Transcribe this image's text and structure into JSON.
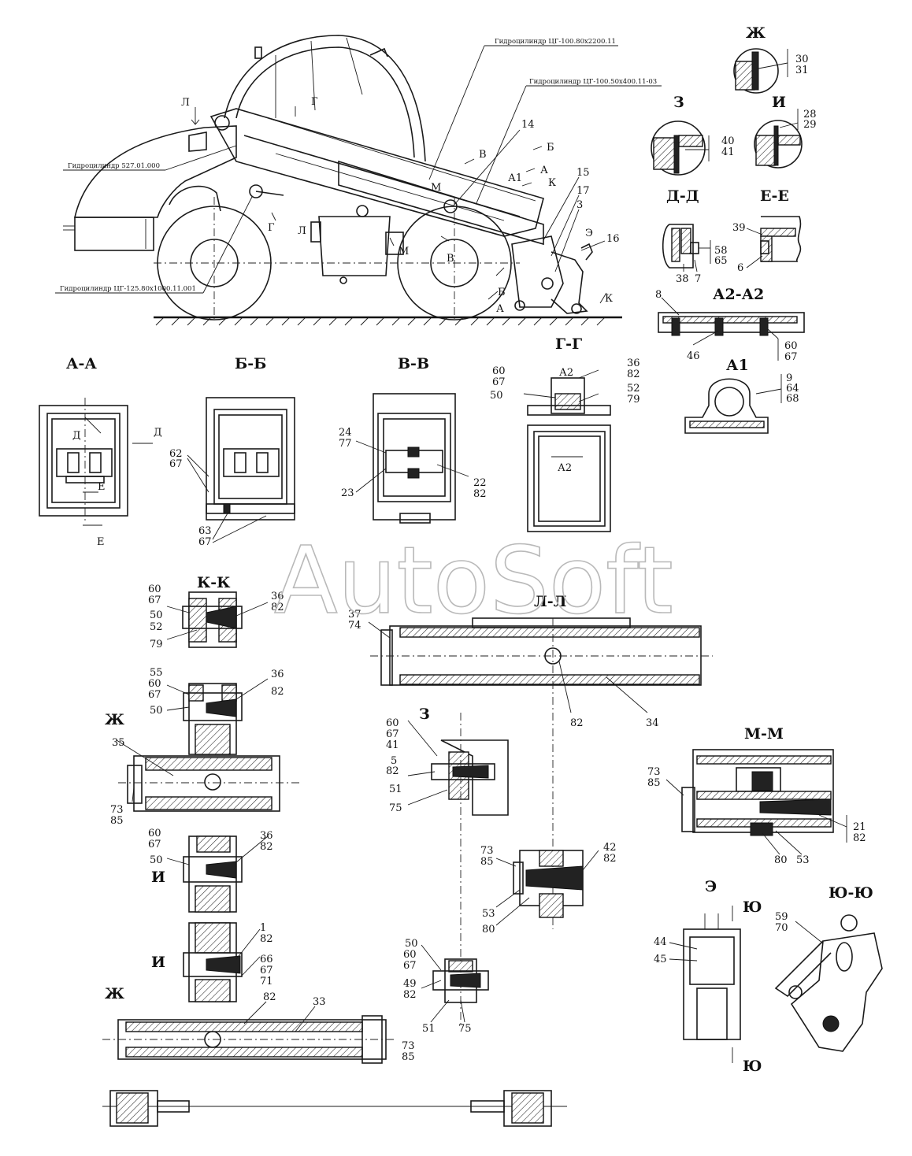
{
  "notes": {
    "cyl1": "Гидроцилиндр ЦГ-100.80х2200.11",
    "cyl2": "Гидроцилиндр ЦГ-100.50х400.11-03",
    "cyl3": "Гидроцилиндр 527.01.000",
    "cyl4": "Гидроцилиндр ЦГ-125.80х1000.11.001"
  },
  "sections": {
    "zh": "Ж",
    "z": "З",
    "i": "И",
    "dd": "Д-Д",
    "ee": "Е-Е",
    "a2a2": "А2-А2",
    "a1": "А1",
    "aa": "А-А",
    "bb": "Б-Б",
    "vv": "В-В",
    "gg": "Г-Г",
    "kk": "К-К",
    "ll": "Л-Л",
    "mm": "М-М",
    "e": "Э",
    "yuyu": "Ю-Ю"
  },
  "marks": {
    "L": "Л",
    "G": "Г",
    "V": "В",
    "B": "Б",
    "A": "А",
    "K": "К",
    "M": "М",
    "E_": "Э",
    "D": "Д",
    "E": "Е",
    "ZH": "Ж",
    "Z": "З",
    "I": "И",
    "YU": "Ю",
    "A1": "А1",
    "A2": "А2"
  },
  "callouts": {
    "c14": "14",
    "c15": "15",
    "c17": "17",
    "c3": "3",
    "c16": "16",
    "c30": "30",
    "c31": "31",
    "c40": "40",
    "c41": "41",
    "c28": "28",
    "c29": "29",
    "c39": "39",
    "c6": "6",
    "c58": "58",
    "c65": "65",
    "c38": "38",
    "c7": "7",
    "c8": "8",
    "c46": "46",
    "c60": "60",
    "c67": "67",
    "c9": "9",
    "c64": "64",
    "c68": "68",
    "c62": "62",
    "c63": "63",
    "c24": "24",
    "c77": "77",
    "c23": "23",
    "c22": "22",
    "c82": "82",
    "c36": "36",
    "c52": "52",
    "c79": "79",
    "c50": "50",
    "c37": "37",
    "c74": "74",
    "c34": "34",
    "c35": "35",
    "c55": "55",
    "c73": "73",
    "c85": "85",
    "c1": "1",
    "c66": "66",
    "c71": "71",
    "c33": "33",
    "c5": "5",
    "c51": "51",
    "c75": "75",
    "c49": "49",
    "c42": "42",
    "c53": "53",
    "c80": "80",
    "c21": "21",
    "c44": "44",
    "c45": "45",
    "c59": "59",
    "c70": "70"
  },
  "watermark": "AutoSoft"
}
